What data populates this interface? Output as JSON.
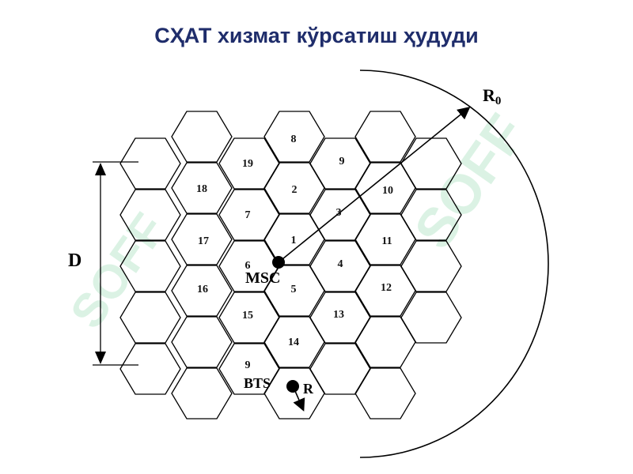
{
  "title": "СҲАТ хизмат кўрсатиш ҳудуди",
  "labels": {
    "d": "D",
    "r0": "R",
    "r0_sub": "0",
    "msc": "MSC",
    "bts": "BTS",
    "r": "R"
  },
  "cell_numbers": [
    "8",
    "9",
    "19",
    "18",
    "2",
    "10",
    "7",
    "3",
    "17",
    "1",
    "11",
    "6",
    "4",
    "16",
    "5",
    "12",
    "15",
    "13",
    "14",
    "9"
  ],
  "watermark": "SOFF",
  "colors": {
    "title": "#1f2d6b",
    "lines": "#000000"
  }
}
